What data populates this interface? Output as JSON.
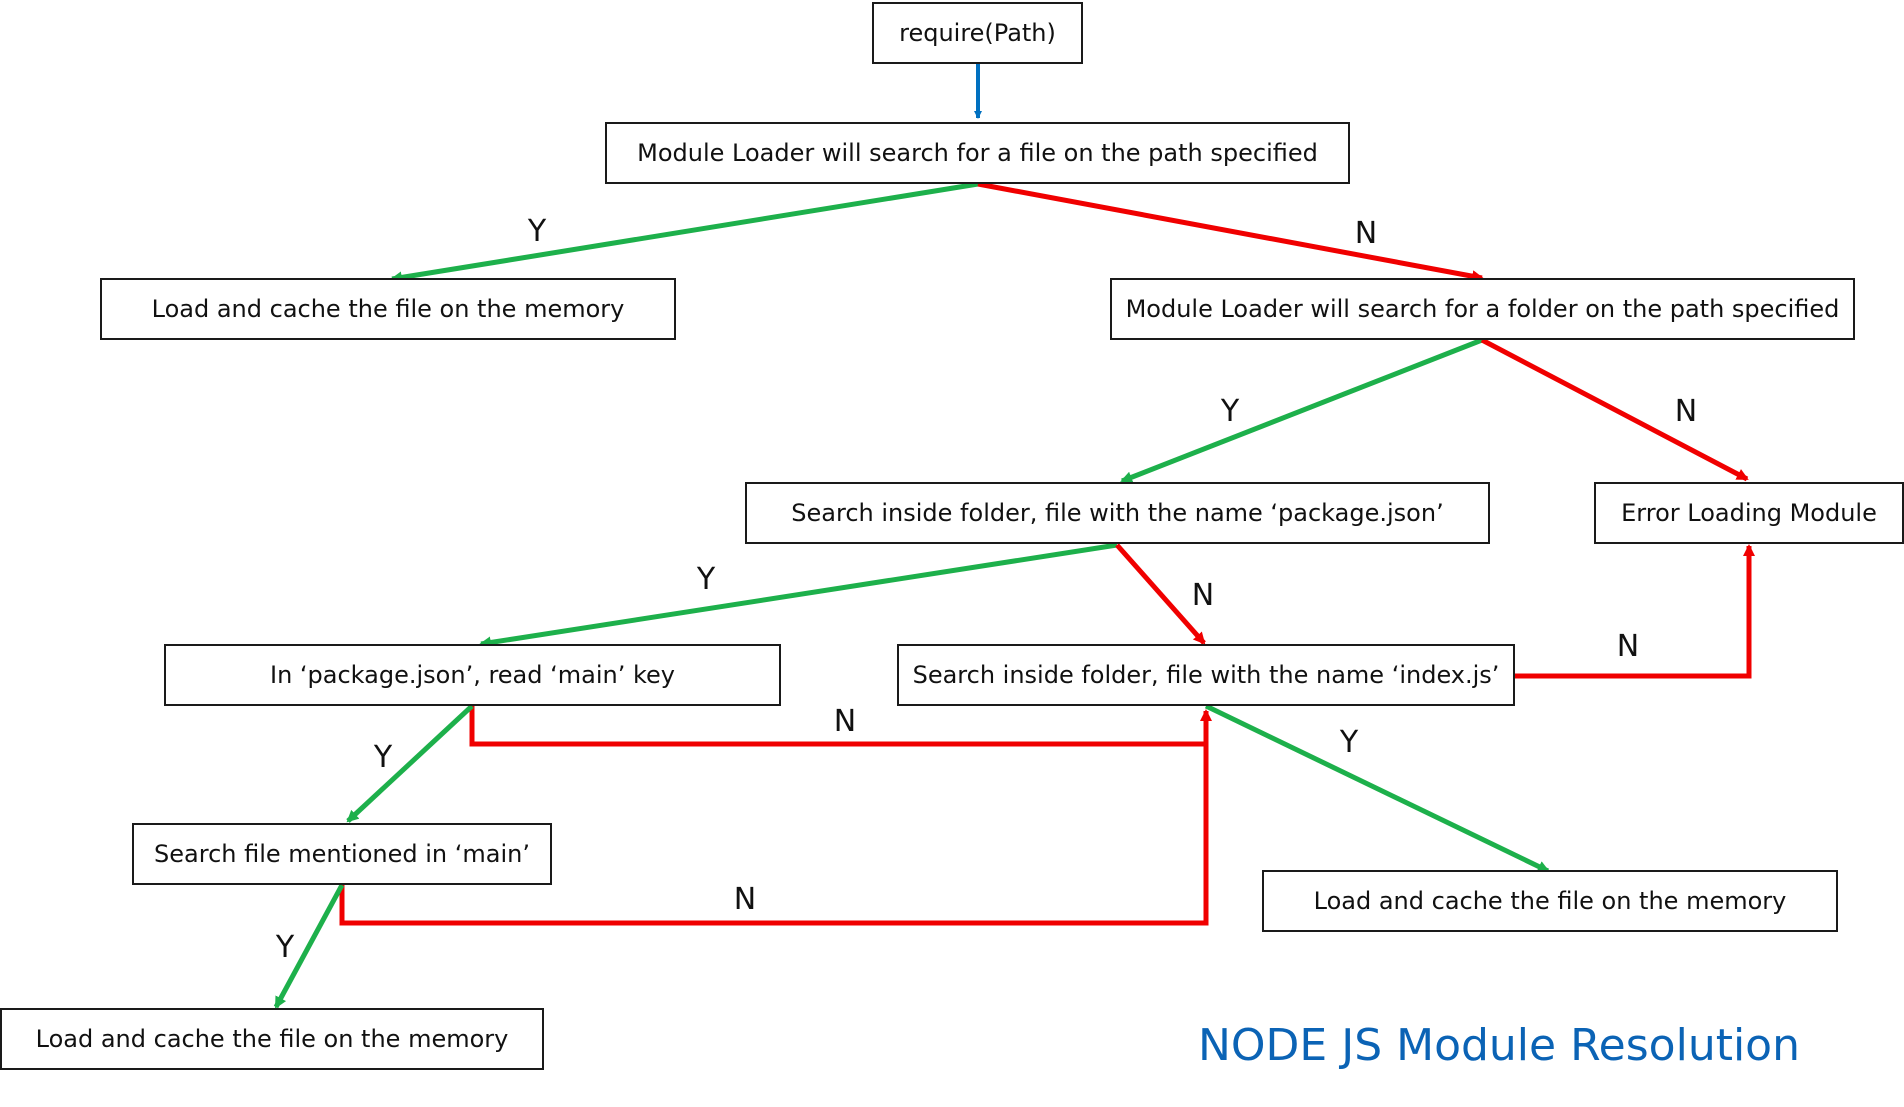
{
  "diagram": {
    "title": "NODE JS Module Resolution",
    "colors": {
      "start": "#0070C0",
      "yes": "#1DB04B",
      "no": "#F00000",
      "title": "#0B63B5",
      "border": "#1A1A1A"
    },
    "nodes": {
      "require": "require(Path)",
      "search_file": "Module Loader will search for a file on the path specified",
      "load_cache_1": "Load and cache the file on the memory",
      "search_folder": "Module Loader will search for a folder on the path specified",
      "search_package_json": "Search inside folder, file with the name ‘package.json’",
      "error": "Error Loading Module",
      "read_main_key": "In ‘package.json’, read ‘main’ key",
      "search_index_js": "Search inside folder, file with the name ‘index.js’",
      "search_main_file": "Search file mentioned in ‘main’",
      "load_cache_2": "Load and cache the file on the memory",
      "load_cache_3": "Load and cache the file on the memory"
    },
    "edge_labels": {
      "file_yes": "Y",
      "file_no": "N",
      "folder_yes": "Y",
      "folder_no": "N",
      "pkg_yes": "Y",
      "pkg_no": "N",
      "index_no": "N",
      "main_key_no": "N",
      "main_key_yes": "Y",
      "index_yes": "Y",
      "main_file_no": "N",
      "main_file_yes": "Y"
    }
  }
}
